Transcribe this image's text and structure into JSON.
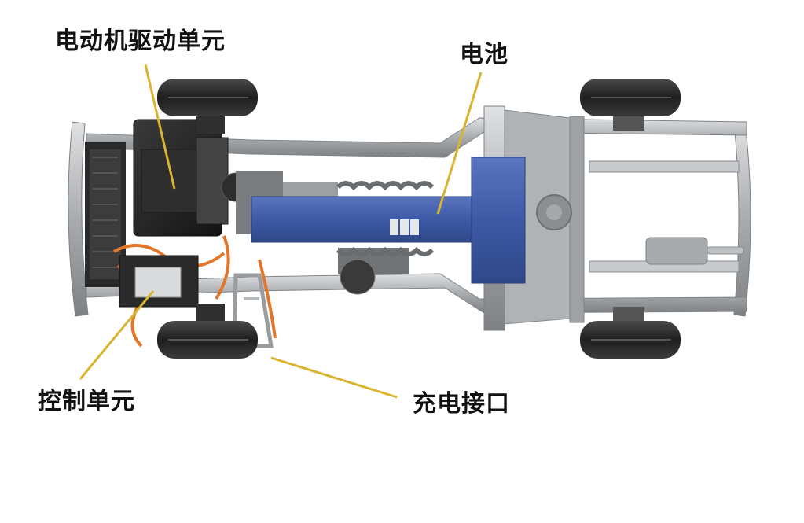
{
  "labels": {
    "motor_drive_unit": "电动机驱动单元",
    "battery": "电池",
    "control_unit": "控制单元",
    "charging_port": "充电接口"
  },
  "colors": {
    "leader_line": "#d9b430",
    "battery_pack": "#3e5aa6",
    "frame": "#b9bcbf",
    "tire": "#2b2b2b",
    "cable": "#e2772b"
  }
}
